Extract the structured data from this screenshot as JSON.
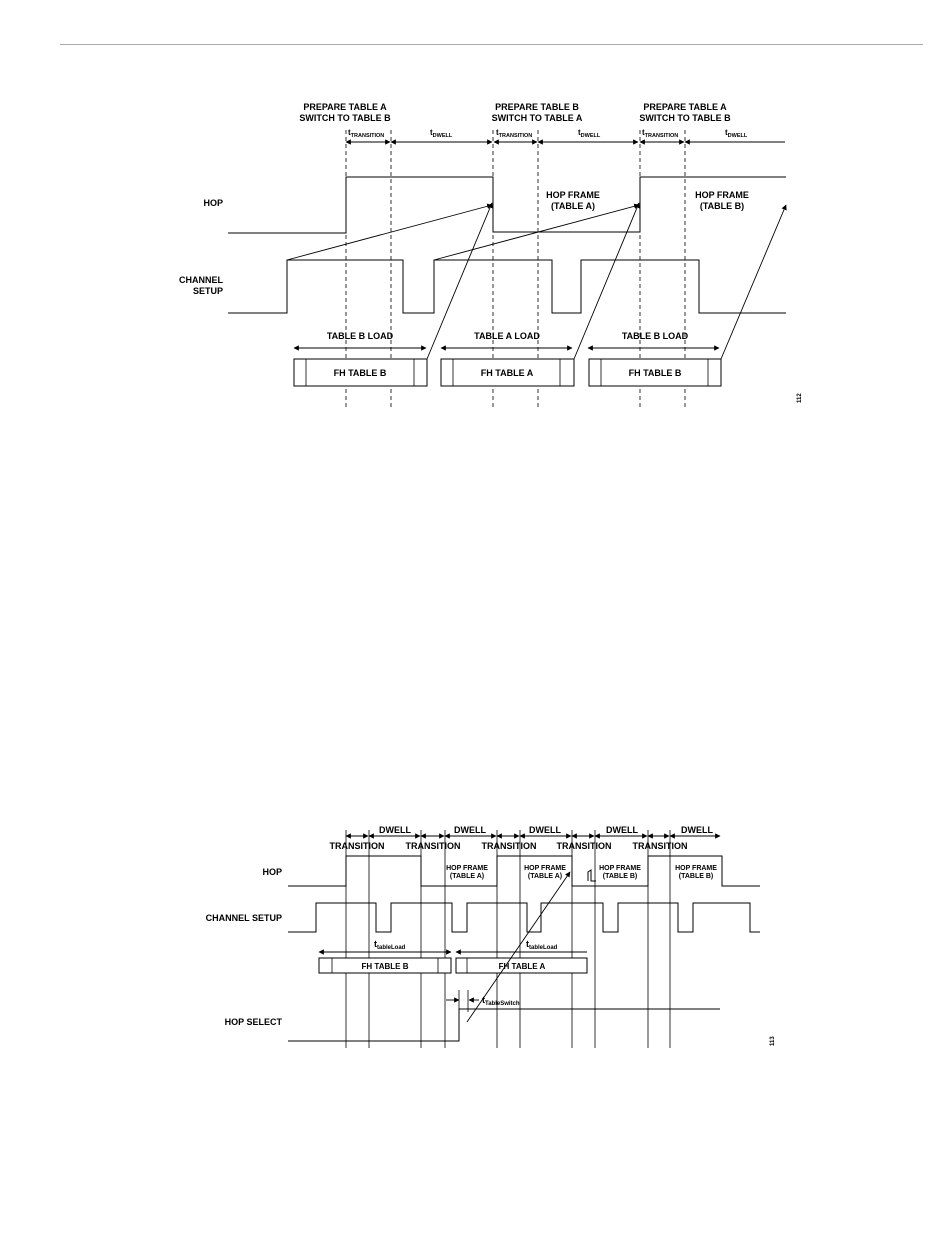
{
  "figure1": {
    "headers": [
      {
        "line1": "PREPARE TABLE A",
        "line2": "SWITCH TO TABLE B"
      },
      {
        "line1": "PREPARE TABLE B",
        "line2": "SWITCH TO TABLE A"
      },
      {
        "line1": "PREPARE TABLE A",
        "line2": "SWITCH TO TABLE B"
      }
    ],
    "t_main": "t",
    "transition_sub": "TRANSITION",
    "dwell_sub": "DWELL",
    "signals": {
      "hop": "HOP",
      "channel_line1": "CHANNEL",
      "channel_line2": "SETUP"
    },
    "hop_frames": [
      {
        "line1": "HOP FRAME",
        "line2": "(TABLE A)"
      },
      {
        "line1": "HOP FRAME",
        "line2": "(TABLE B)"
      }
    ],
    "loads": [
      "TABLE B LOAD",
      "TABLE A LOAD",
      "TABLE B LOAD"
    ],
    "tables": [
      "FH TABLE B",
      "FH TABLE A",
      "FH TABLE B"
    ],
    "figure_id": "112"
  },
  "figure2": {
    "dwell_labels": [
      "DWELL",
      "DWELL",
      "DWELL",
      "DWELL",
      "DWELL"
    ],
    "transition_labels": [
      "TRANSITION",
      "TRANSITION",
      "TRANSITION",
      "TRANSITION",
      "TRANSITION"
    ],
    "signals": {
      "hop": "HOP",
      "channel": "CHANNEL SETUP",
      "hop_select": "HOP SELECT"
    },
    "hop_frames": [
      {
        "line1": "HOP FRAME",
        "line2": "(TABLE A)"
      },
      {
        "line1": "HOP FRAME",
        "line2": "(TABLE A)"
      },
      {
        "line1": "HOP FRAME",
        "line2": "(TABLE B)"
      },
      {
        "line1": "HOP FRAME",
        "line2": "(TABLE B)"
      }
    ],
    "t_main": "t",
    "tableload_sub": "tableLoad",
    "tableswitch_sub": "TableSwitch",
    "tables": [
      "FH TABLE B",
      "FH TABLE A"
    ],
    "figure_id": "113"
  }
}
